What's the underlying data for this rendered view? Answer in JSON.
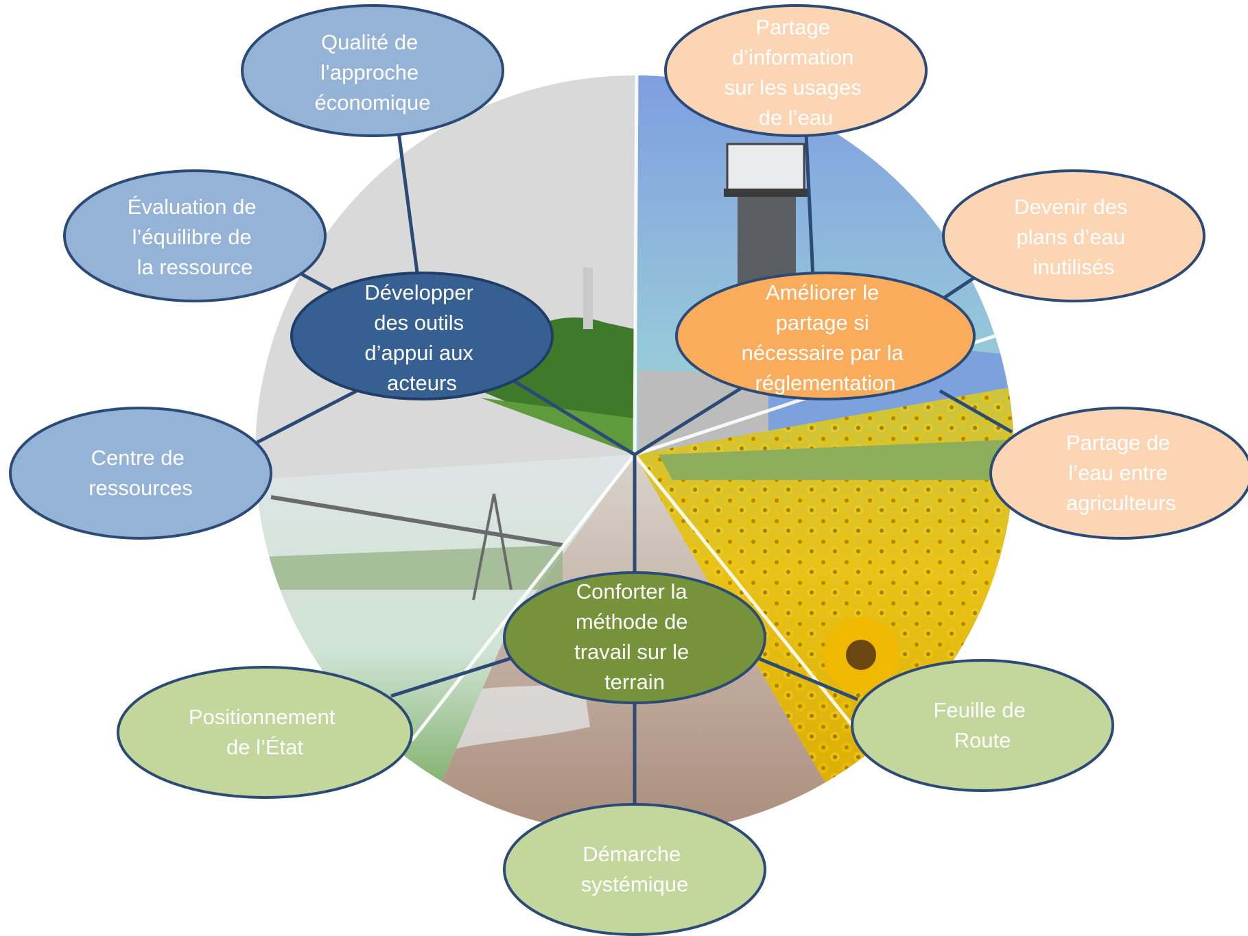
{
  "colors": {
    "blue_fill": "#95b3d7",
    "blue_dark": "#366092",
    "orange_fill": "#fcd5b4",
    "orange_strong": "#f9ac5c",
    "green_fill": "#c3d69b",
    "green_dark": "#76933c",
    "stroke": "#2c4a76",
    "text_light": "#ffffff",
    "text_dark": "#17375e"
  },
  "hubs": {
    "left": {
      "lines": [
        "Développer",
        "des outils",
        "d’appui aux",
        "acteurs"
      ]
    },
    "right": {
      "lines": [
        "Améliorer le",
        "partage si",
        "nécessaire par la",
        "réglementation"
      ]
    },
    "bottom": {
      "lines": [
        "Conforter la",
        "méthode de",
        "travail sur le",
        "terrain"
      ]
    }
  },
  "satellites": {
    "qualite": {
      "lines": [
        "Qualité de",
        "l’approche",
        "économique"
      ]
    },
    "evaluation": {
      "lines": [
        "Évaluation de",
        "l’équilibre de",
        "la ressource"
      ]
    },
    "centre": {
      "lines": [
        "Centre de",
        "ressources"
      ]
    },
    "partage_info": {
      "lines": [
        "Partage",
        "d’information",
        "sur les usages",
        "de l’eau"
      ]
    },
    "devenir": {
      "lines": [
        "Devenir des",
        "plans d’eau",
        "inutilisés"
      ]
    },
    "partage_agri": {
      "lines": [
        "Partage de",
        "l’eau entre",
        "agriculteurs"
      ]
    },
    "feuille": {
      "lines": [
        "Feuille de",
        "Route"
      ]
    },
    "demarche": {
      "lines": [
        "Démarche",
        "systémique"
      ]
    },
    "positionnement": {
      "lines": [
        "Positionnement",
        "de l’État"
      ]
    }
  }
}
